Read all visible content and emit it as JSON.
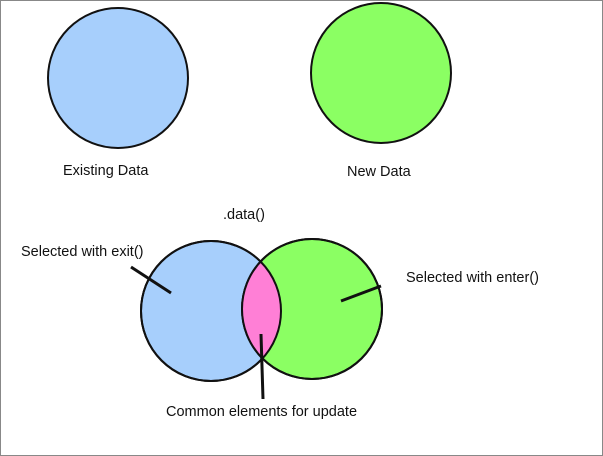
{
  "labels": {
    "existing_data": "Existing Data",
    "new_data": "New Data",
    "data_method": ".data()",
    "exit_label": "Selected with exit()",
    "enter_label": "Selected with enter()",
    "update_label": "Common elements for update"
  },
  "colors": {
    "existing": "#a7cffc",
    "new": "#8bff63",
    "intersection": "#ff7fd6",
    "stroke": "#111111",
    "background": "#ffffff"
  }
}
